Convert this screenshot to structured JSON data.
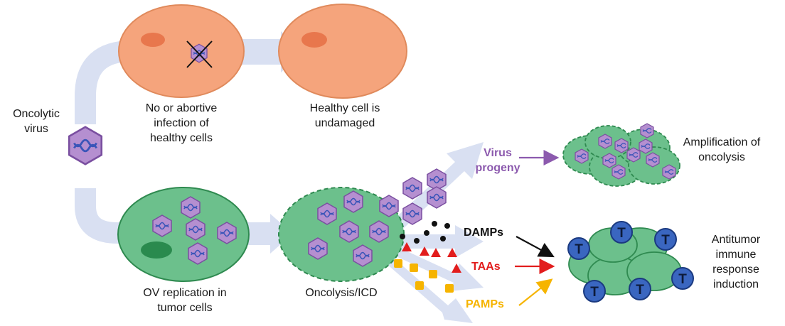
{
  "colors": {
    "pathway": "#d9e0f2",
    "healthy_cell_fill": "#f5a47c",
    "healthy_cell_stroke": "#e08a5c",
    "healthy_nucleus": "#e8774d",
    "tumor_cell_fill": "#6cc08c",
    "tumor_cell_stroke": "#2f8a50",
    "tumor_nucleus": "#2a8a4e",
    "virus_fill": "#b58fd0",
    "virus_stroke": "#7a4fa0",
    "dna": "#3a55b8",
    "virus_progeny": "#8c5aae",
    "damps": "#111111",
    "taas": "#e21d1d",
    "pamps": "#f6b400",
    "t_cell_fill": "#3a66c0",
    "t_cell_stroke": "#1b3a80"
  },
  "labels": {
    "oncolytic_virus": "Oncolytic\nvirus",
    "abortive_infection": "No or abortive\ninfection of\nhealthy cells",
    "healthy_undamaged": "Healthy cell is\nundamaged",
    "ov_replication": "OV replication in\ntumor cells",
    "oncolysis_icd": "Oncolysis/ICD",
    "virus_progeny": "Virus\nprogeny",
    "damps": "DAMPs",
    "taas": "TAAs",
    "pamps": "PAMPs",
    "amplification": "Amplification of\noncolysis",
    "antitumor": "Antitumor\nimmune\nresponse\ninduction",
    "t_cell": "T"
  },
  "icons": {
    "virus": "hexagon-virus-with-dna-icon",
    "blocked": "x-cross-icon",
    "t_cell": "t-cell-icon",
    "damp": "dot-icon",
    "taa": "triangle-icon",
    "pamp": "square-icon"
  }
}
